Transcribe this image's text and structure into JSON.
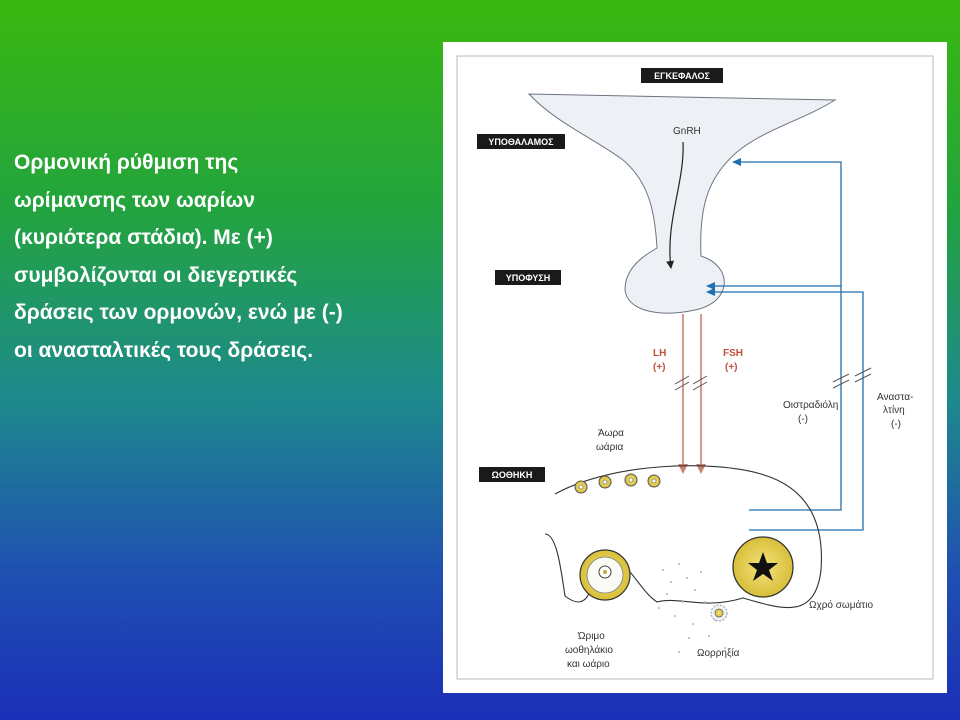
{
  "caption_lines": [
    "Ορμονική ρύθμιση της",
    "ωρίμανσης των ωαρίων",
    "(κυριότερα στάδια). Με (+)",
    "συμβολίζονται οι διεγερτικές",
    "δράσεις των ορμονών, ενώ με (-)",
    "οι ανασταλτικές τους δράσεις."
  ],
  "diagram": {
    "tags": {
      "brain": "ΕΓΚΕΦΑΛΟΣ",
      "hypothalamus": "ΥΠΟΘΑΛΑΜΟΣ",
      "pituitary": "ΥΠΟΦΥΣΗ",
      "ovary": "ΩΟΘΗΚΗ"
    },
    "labels": {
      "gnrh": "GnRH",
      "lh": "LH",
      "lh_sign": "(+)",
      "fsh": "FSH",
      "fsh_sign": "(+)",
      "estradiol": "Οιστραδιόλη",
      "estradiol_sign": "(-)",
      "inhibin_1": "Αναστα-",
      "inhibin_2": "λτίνη",
      "inhibin_sign": "(-)",
      "immature_1": "Άωρα",
      "immature_2": "ωάρια",
      "corpus_luteum": "Ωχρό σωμάτιο",
      "mature_1": "Ώριμο",
      "mature_2": "ωοθηλάκιο",
      "mature_3": "και ωάριο",
      "ovulation": "Ωορρηξία"
    },
    "colors": {
      "hormone_arrow": "#c9826f",
      "feedback_arrow": "#1f6fb0",
      "tag_bg": "#1a1a1a",
      "follicle_fill": "#e3cf58",
      "pituitary_fill": "#edf1f6"
    }
  }
}
